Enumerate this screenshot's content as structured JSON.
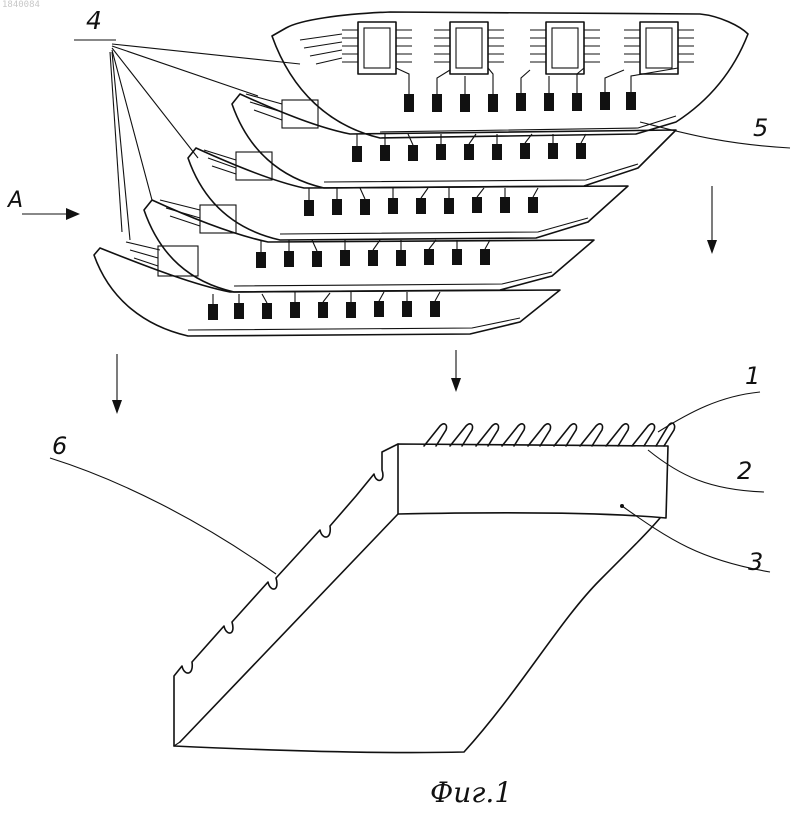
{
  "document_number": "1840084",
  "caption": "Фиг.1",
  "labels": {
    "one": "1",
    "two": "2",
    "three": "3",
    "four": "4",
    "five": "5",
    "six": "6",
    "view": "A"
  }
}
